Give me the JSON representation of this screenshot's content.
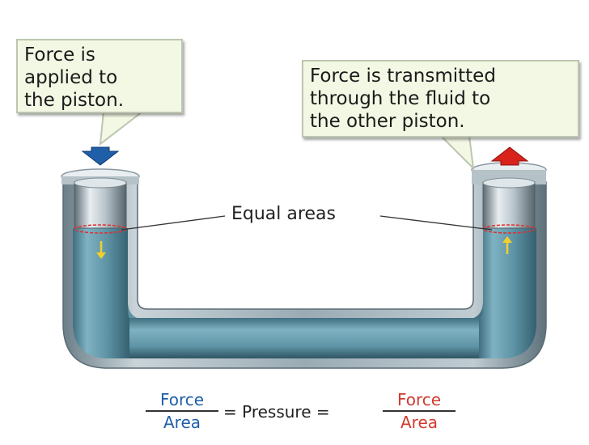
{
  "callouts": {
    "left": [
      "Force is",
      "applied to",
      "the piston."
    ],
    "right": [
      "Force is transmitted",
      "through the fluid to",
      "the other piston."
    ]
  },
  "label_equal_areas": "Equal areas",
  "formula": {
    "left_num": "Force",
    "left_den": "Area",
    "middle": "= Pressure =",
    "right_num": "Force",
    "right_den": "Area"
  },
  "colors": {
    "fluid": "#5e94a6",
    "tube": "#8a9ea8",
    "down_arrow": "#1f5fa8",
    "up_arrow": "#d8221b",
    "small_arrow": "#f4d02c",
    "area_ring": "#e03030",
    "callout_bg": "#f3f8e4"
  }
}
